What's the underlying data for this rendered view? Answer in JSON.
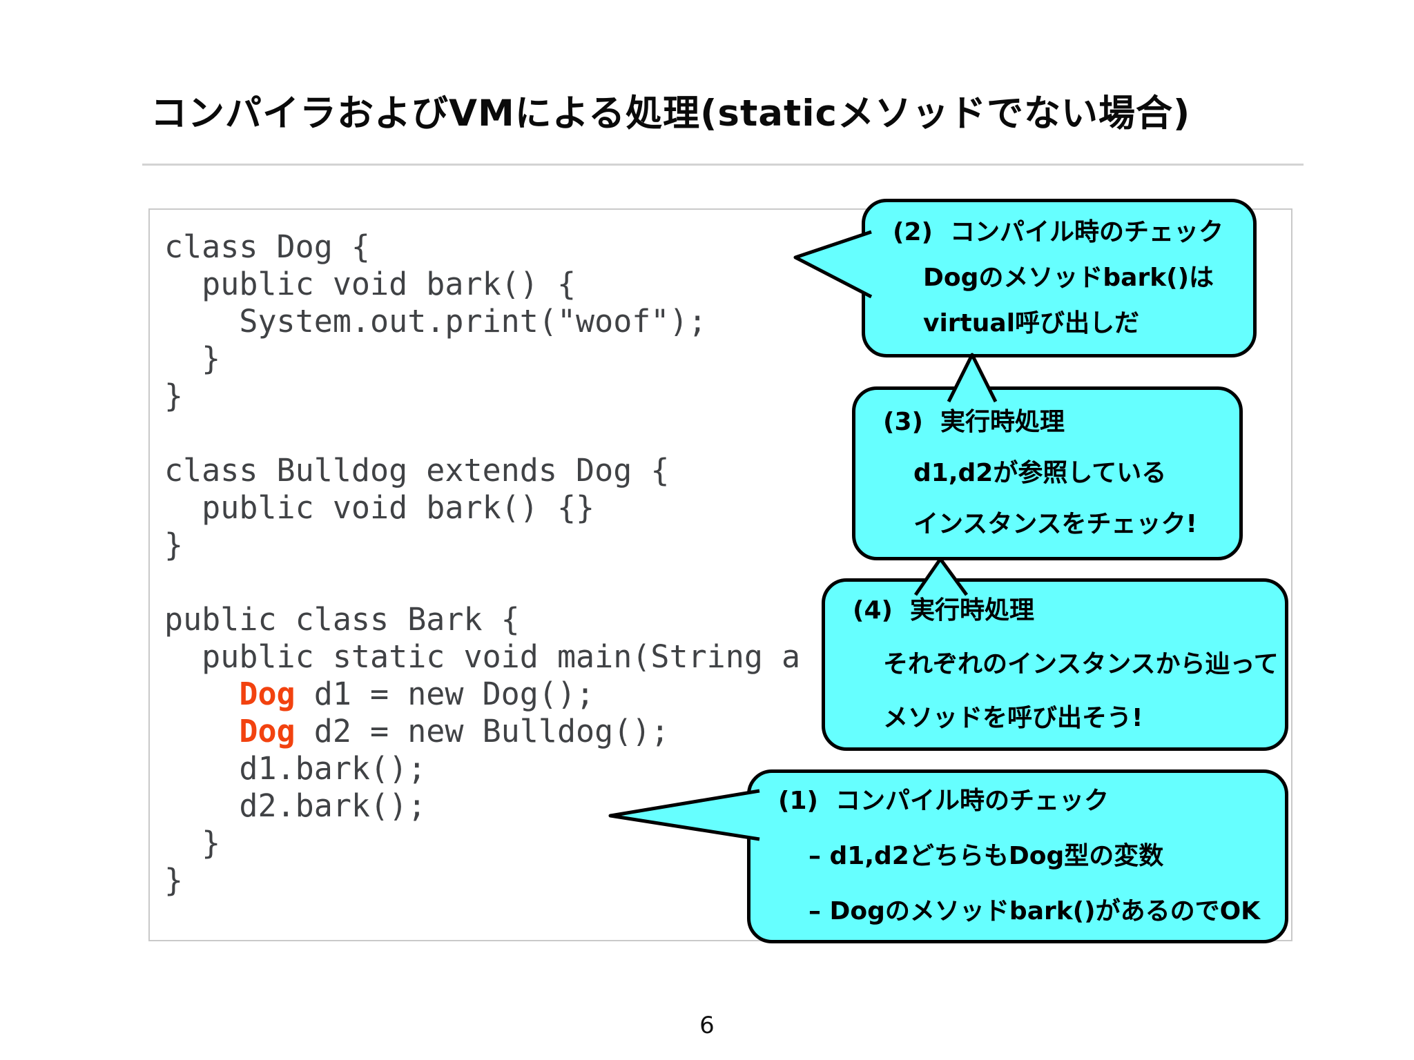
{
  "slide": {
    "title": "コンパイラおよびVMによる処理(staticメソッドでない場合)",
    "page_number": "6"
  },
  "code_block": {
    "language": "java",
    "lines": [
      [
        {
          "t": "class Dog {"
        }
      ],
      [
        {
          "t": "  public void bark() {"
        }
      ],
      [
        {
          "t": "    System.out.print(\"woof\");"
        }
      ],
      [
        {
          "t": "  }"
        }
      ],
      [
        {
          "t": "}"
        }
      ],
      [],
      [
        {
          "t": "class Bulldog extends Dog {"
        }
      ],
      [
        {
          "t": "  public void bark() {}"
        }
      ],
      [
        {
          "t": "}"
        }
      ],
      [],
      [
        {
          "t": "public class Bark {"
        }
      ],
      [
        {
          "t": "  public static void main(String a"
        }
      ],
      [
        {
          "t": "    "
        },
        {
          "t": "Dog",
          "red": true
        },
        {
          "t": " d1 = new Dog();"
        }
      ],
      [
        {
          "t": "    "
        },
        {
          "t": "Dog",
          "red": true
        },
        {
          "t": " d2 = new Bulldog();"
        }
      ],
      [
        {
          "t": "    d1.bark();"
        }
      ],
      [
        {
          "t": "    d2.bark();"
        }
      ],
      [
        {
          "t": "  }"
        }
      ],
      [
        {
          "t": "}"
        }
      ]
    ]
  },
  "callouts": [
    {
      "number": "(2)",
      "lines": [
        "(2)  コンパイル時のチェック",
        "Dogのメソッドbark()は",
        "virtual呼び出しだ"
      ]
    },
    {
      "number": "(3)",
      "lines": [
        "(3)  実行時処理",
        "d1,d2が参照している",
        "インスタンスをチェック!"
      ]
    },
    {
      "number": "(4)",
      "lines": [
        "(4)  実行時処理",
        "それぞれのインスタンスから辿って",
        "メソッドを呼び出そう!"
      ]
    },
    {
      "number": "(1)",
      "lines": [
        "(1)  コンパイル時のチェック",
        "– d1,d2どちらもDog型の変数",
        "– Dogのメソッドbark()があるのでOK"
      ]
    }
  ],
  "colors": {
    "bubble_fill": "#66ffff",
    "bubble_border": "#000000",
    "accent_red": "#f2420f",
    "code_text": "#404245",
    "box_border": "#c9c9c9",
    "underline": "#d3d3d3"
  }
}
